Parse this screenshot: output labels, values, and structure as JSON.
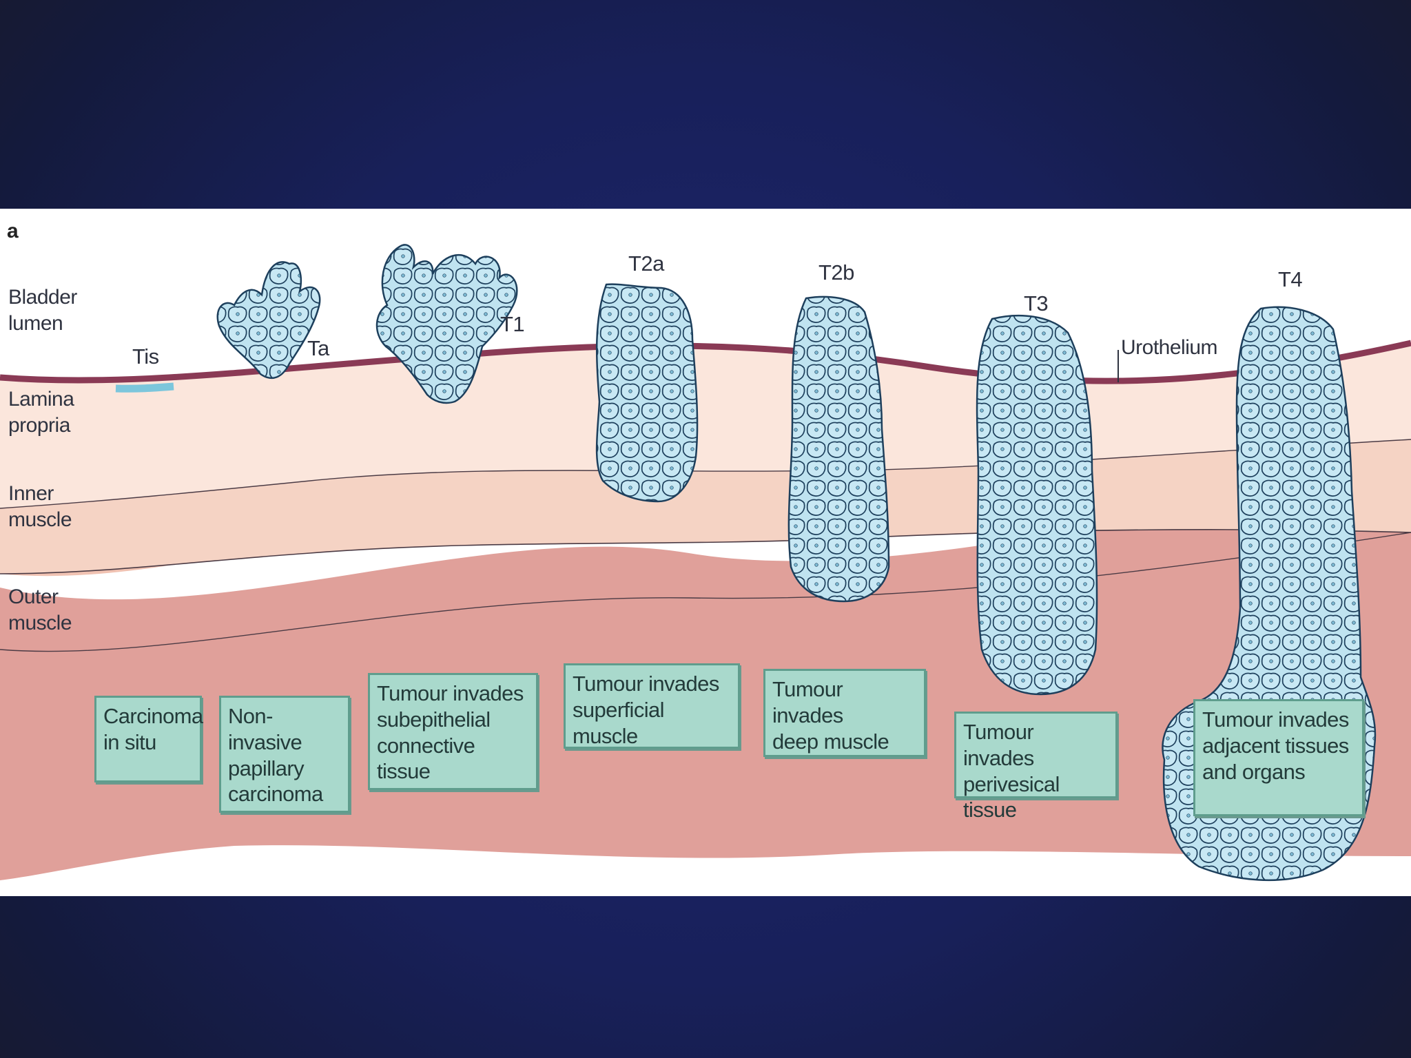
{
  "panel": {
    "letter": "a"
  },
  "layers": [
    {
      "id": "bladder-lumen",
      "label": "Bladder\nlumen"
    },
    {
      "id": "lamina-propria",
      "label": "Lamina\npropria"
    },
    {
      "id": "inner-muscle",
      "label": "Inner\nmuscle"
    },
    {
      "id": "outer-muscle",
      "label": "Outer\nmuscle"
    }
  ],
  "urothelium_label": "Urothelium",
  "stages": [
    {
      "id": "tis",
      "label": "Tis",
      "description": "Carcinoma\nin situ"
    },
    {
      "id": "ta",
      "label": "Ta",
      "description": "Non-invasive\npapillary\ncarcinoma"
    },
    {
      "id": "t1",
      "label": "T1",
      "description": "Tumour invades\nsubepithelial\nconnective tissue"
    },
    {
      "id": "t2a",
      "label": "T2a",
      "description": "Tumour invades\nsuperficial muscle"
    },
    {
      "id": "t2b",
      "label": "T2b",
      "description": "Tumour invades\ndeep muscle"
    },
    {
      "id": "t3",
      "label": "T3",
      "description": "Tumour invades\nperivesical tissue"
    },
    {
      "id": "t4",
      "label": "T4",
      "description": "Tumour invades\nadjacent tissues\nand organs"
    }
  ],
  "colors": {
    "background": "#141a3c",
    "panel": "#ffffff",
    "urothelium": "#8a3a55",
    "carcinoma_in_situ": "#7cc6dc",
    "lamina_propria": "#fbe6dc",
    "inner_muscle": "#f0c2b2",
    "outer_muscle": "#e0a09a",
    "tumour_fill": "#bfe3f0",
    "tumour_outline": "#1d3f5c",
    "box_fill": "#a9d9cc",
    "box_border": "#5f9d8d"
  }
}
